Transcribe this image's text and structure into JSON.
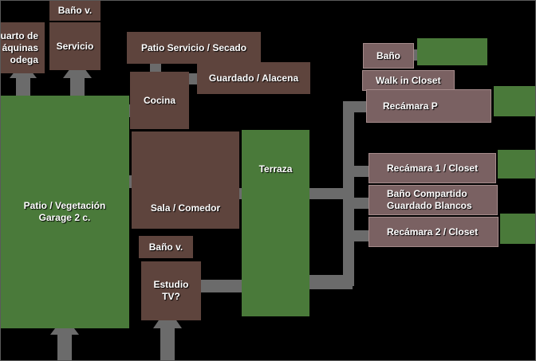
{
  "colors": {
    "background": "#000000",
    "service_room": "#5e443d",
    "private_room": "#7a6162",
    "outdoor": "#4a7a3a",
    "connector": "#6b6b6b"
  },
  "rooms": {
    "cuarto_maquinas": "uarto de\náquinas\nodega",
    "bano_v_top": "Baño v.",
    "servicio": "Servicio",
    "patio_servicio": "Patio Servicio / Secado",
    "cocina": "Cocina",
    "guardado_alacena": "Guardado / Alacena",
    "patio_vegetacion": "Patio / Vegetación\nGarage 2 c.",
    "sala_comedor": "Sala / Comedor",
    "terraza": "Terraza",
    "bano_v_mid": "Baño v.",
    "estudio_tv": "Estudio\nTV?",
    "bano": "Baño",
    "walk_in_closet": "Walk in Closet",
    "recamara_p": "Recámara P",
    "recamara_1": "Recámara 1 / Closet",
    "bano_compartido": "Baño Compartido\nGuardado Blancos",
    "recamara_2": "Recámara 2 / Closet"
  }
}
